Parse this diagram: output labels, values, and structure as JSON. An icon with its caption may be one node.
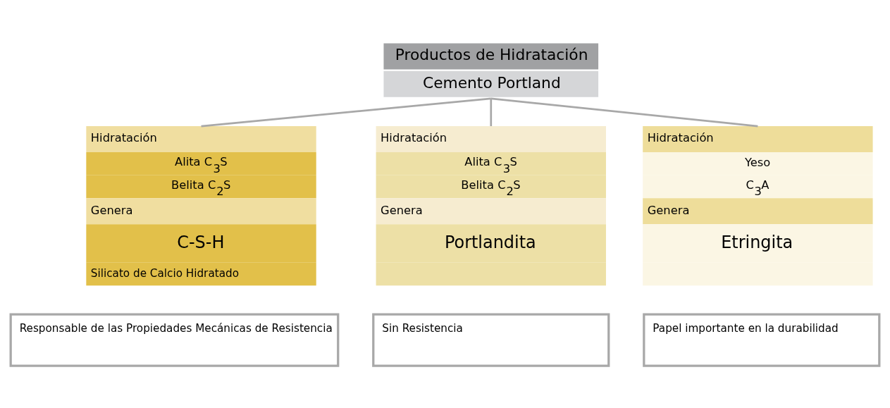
{
  "diagram": {
    "nodes": [
      {
        "text": [
          "Productos de Hidratación",
          "Cemento Portland"
        ]
      },
      {
        "text": [
          "Hidratación",
          "Alita C$_{3}$S",
          "Belita C$_{2}$S",
          "Genera",
          "C-S-H",
          "Silicato de Calcio Hidratado"
        ]
      },
      {
        "text": [
          "Hidratación",
          "Alita C$_{3}$S",
          "Belita C$_{2}$S",
          "Genera",
          "Portlandita"
        ]
      },
      {
        "text": [
          "Hidratación",
          "Yeso",
          "C$_{3}$A",
          "Genera",
          "Etringita"
        ]
      },
      {
        "text": [
          "Responsable de las Propiedades Mecánicas de Resistencia"
        ]
      },
      {
        "text": [
          "Sin Resistencia"
        ]
      },
      {
        "text": [
          "Papel importante en la durabilidad"
        ]
      }
    ],
    "edges": [
      {
        "from": 0,
        "to": 1,
        "arrow": "none"
      },
      {
        "from": 0,
        "to": 2,
        "arrow": "none"
      },
      {
        "from": 0,
        "to": 3,
        "arrow": "none"
      }
    ]
  }
}
